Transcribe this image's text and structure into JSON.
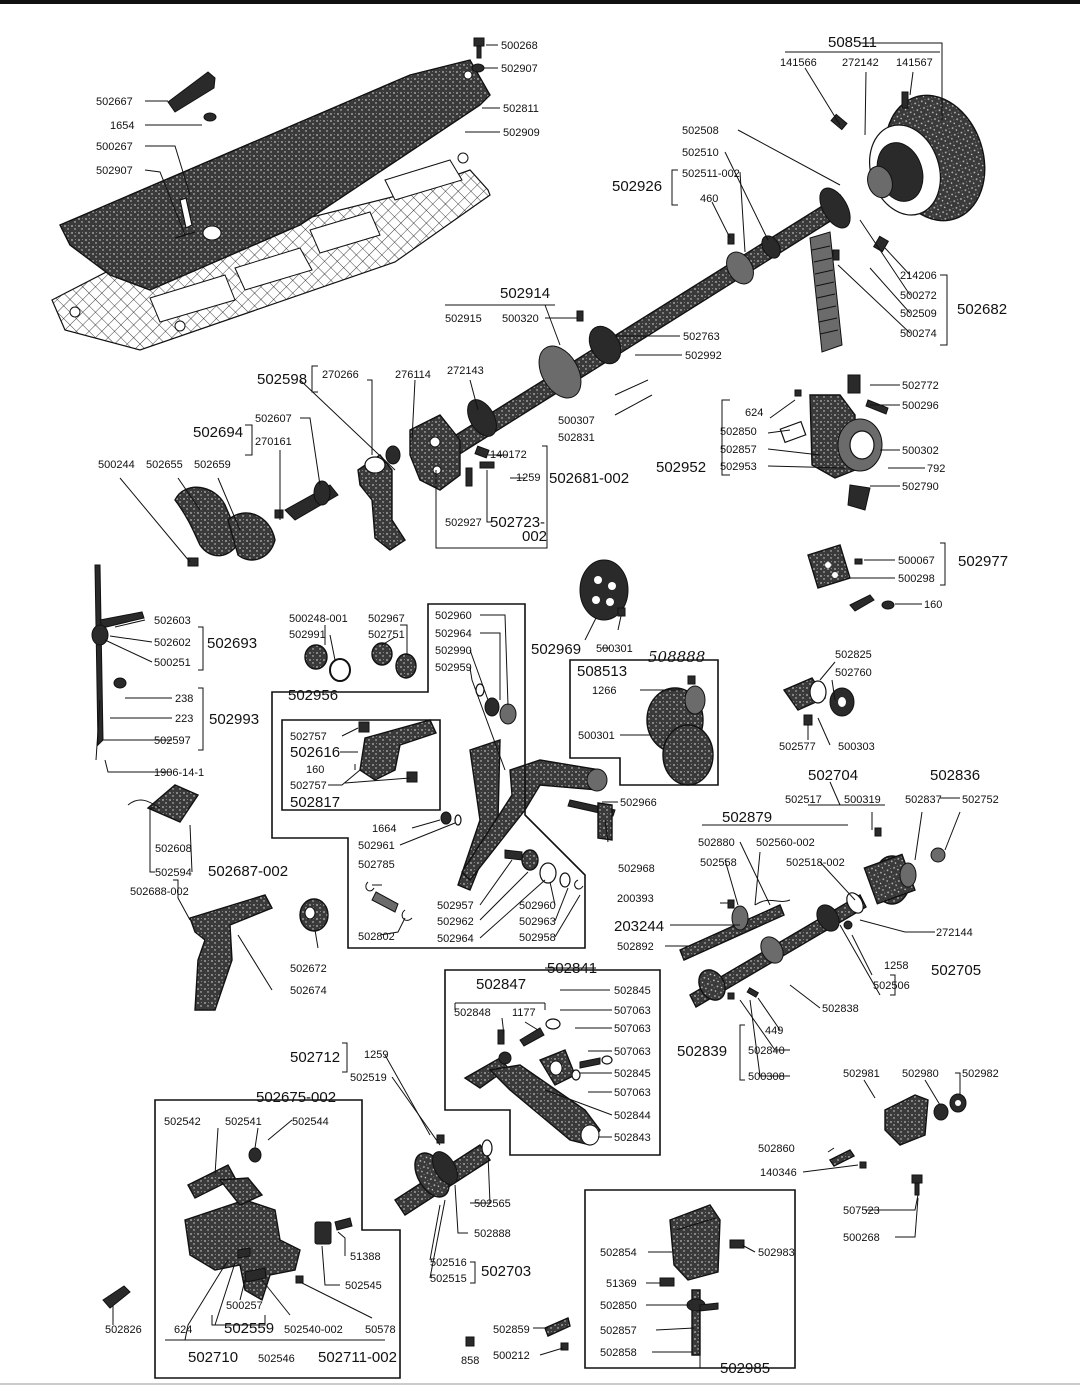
{
  "labels": {
    "l500268a": "500268",
    "l502907a": "502907",
    "l502811": "502811",
    "l502909": "502909",
    "l502667": "502667",
    "l1654": "1654",
    "l500267": "500267",
    "l502907b": "502907",
    "l508511": "508511",
    "l141566": "141566",
    "l272142": "272142",
    "l141567": "141567",
    "l502508": "502508",
    "l502510": "502510",
    "l502926": "502926",
    "l502511002": "502511-002",
    "l460": "460",
    "l214206": "214206",
    "l500272": "500272",
    "l502509": "502509",
    "l500274": "500274",
    "l502682": "502682",
    "l502914": "502914",
    "l502915": "502915",
    "l500320": "500320",
    "l502763": "502763",
    "l502992": "502992",
    "l502598": "502598",
    "l270266": "270266",
    "l276114": "276114",
    "l272143": "272143",
    "l500307": "500307",
    "l502831": "502831",
    "l502694": "502694",
    "l502607": "502607",
    "l270161": "270161",
    "l140172": "140172",
    "l1259a": "1259",
    "l502681002": "502681-002",
    "l500244": "500244",
    "l502655": "502655",
    "l502659": "502659",
    "l502927": "502927",
    "l502723": "502723-",
    "l502723b": "002",
    "l502772": "502772",
    "l624a": "624",
    "l500296": "500296",
    "l502850a": "502850",
    "l502857a": "502857",
    "l500302": "500302",
    "l502952": "502952",
    "l502953": "502953",
    "l792": "792",
    "l502790": "502790",
    "l500067": "500067",
    "l502977": "502977",
    "l500298": "500298",
    "l160a": "160",
    "l502603": "502603",
    "l502602": "502602",
    "l502693": "502693",
    "l500251": "500251",
    "l500248001": "500248-001",
    "l502991": "502991",
    "l502967": "502967",
    "l502751": "502751",
    "l502960a": "502960",
    "l502964a": "502964",
    "l502990": "502990",
    "l502959": "502959",
    "l502969": "502969",
    "l500301a": "500301",
    "l508888": "508888",
    "l508513": "508513",
    "l1266": "1266",
    "l500301b": "500301",
    "l502825": "502825",
    "l502760": "502760",
    "l502577": "502577",
    "l500303": "500303",
    "l238": "238",
    "l223": "223",
    "l502993": "502993",
    "l502597": "502597",
    "l1906141": "1906-14-1",
    "l502956": "502956",
    "l502757a": "502757",
    "l502616": "502616",
    "l160b": "160",
    "l502757b": "502757",
    "l502817": "502817",
    "l502966": "502966",
    "l502968": "502968",
    "l502704": "502704",
    "l502517": "502517",
    "l500319": "500319",
    "l502836": "502836",
    "l502837": "502837",
    "l502752": "502752",
    "l1664": "1664",
    "l502961": "502961",
    "l502785": "502785",
    "l502802": "502802",
    "l502957": "502957",
    "l502962": "502962",
    "l502964b": "502964",
    "l502960b": "502960",
    "l502963": "502963",
    "l502958": "502958",
    "l502879": "502879",
    "l502880": "502880",
    "l502560002": "502560-002",
    "l502558": "502558",
    "l502518002": "502518-002",
    "l502608": "502608",
    "l502594": "502594",
    "l502687002": "502687-002",
    "l502688002": "502688-002",
    "l200393": "200393",
    "l203244": "203244",
    "l502892": "502892",
    "l272144": "272144",
    "l1258": "1258",
    "l502506": "502506",
    "l502705": "502705",
    "l502672": "502672",
    "l502674": "502674",
    "l502841": "502841",
    "l502847": "502847",
    "l502848": "502848",
    "l1177": "1177",
    "l502845a": "502845",
    "l507063a": "507063",
    "l507063b": "507063",
    "l507063c": "507063",
    "l502845b": "502845",
    "l507063d": "507063",
    "l502844": "502844",
    "l502843": "502843",
    "l502838": "502838",
    "l449": "449",
    "l502839": "502839",
    "l502840": "502840",
    "l500308": "500308",
    "l502712": "502712",
    "l1259b": "1259",
    "l502519": "502519",
    "l502981": "502981",
    "l502980": "502980",
    "l502982": "502982",
    "l502675002": "502675-002",
    "l502542": "502542",
    "l502541": "502541",
    "l502544": "502544",
    "l502565": "502565",
    "l502888": "502888",
    "l502860": "502860",
    "l140346": "140346",
    "l507523": "507523",
    "l500268b": "500268",
    "l502516": "502516",
    "l502515": "502515",
    "l502703": "502703",
    "l51388": "51388",
    "l502545": "502545",
    "l502854": "502854",
    "l502983": "502983",
    "l51369": "51369",
    "l502850b": "502850",
    "l502857b": "502857",
    "l502858": "502858",
    "l502985": "502985",
    "l624b": "624",
    "l500257": "500257",
    "l502559": "502559",
    "l502540002": "502540-002",
    "l50578": "50578",
    "l502826": "502826",
    "l502710": "502710",
    "l502546": "502546",
    "l502711002": "502711-002",
    "l502859": "502859",
    "l500212": "500212",
    "l858": "858"
  }
}
